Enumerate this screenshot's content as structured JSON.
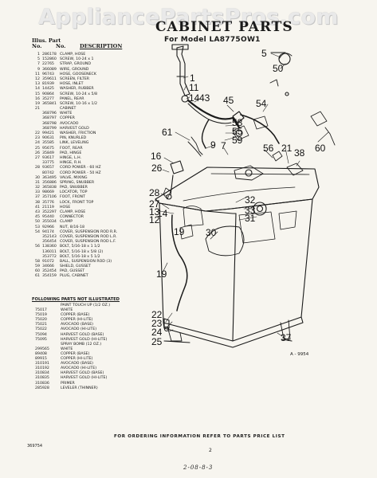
{
  "watermark": "AppliancePartsPros.com",
  "title": "CABINET PARTS",
  "model_line": "For Model LA8775OW1",
  "header": {
    "illus": "Illus. Part",
    "no": "No.",
    "part_no": "No.",
    "description": "DESCRIPTION"
  },
  "parts": [
    {
      "k": "1",
      "p": "286178",
      "d": "CLAMP, HOSE"
    },
    {
      "k": "5",
      "p": "152860",
      "d": "SCREW, 10-24 x 1"
    },
    {
      "k": "7",
      "p": "22765",
      "d": "STRAP, GROUND"
    },
    {
      "k": "9",
      "p": "366089",
      "d": "WIRE, GROUND"
    },
    {
      "k": "11",
      "p": "96743",
      "d": "HOSE, GOOSENECK"
    },
    {
      "k": "12",
      "p": "359611",
      "d": "SCREEN, FILTER"
    },
    {
      "k": "13",
      "p": "81939",
      "d": "HOSE, INLET"
    },
    {
      "k": "14",
      "p": "14425",
      "d": "WASHER, RUBBER"
    },
    {
      "k": "15",
      "p": "90864",
      "d": "SCREW, 10-24 x 5/8"
    },
    {
      "k": "16",
      "p": "35277",
      "d": "PANEL, REAR"
    },
    {
      "k": "19",
      "p": "365841",
      "d": "SCREW, 10-16 x 1/2"
    },
    {
      "k": "21",
      "p": "",
      "d": "CABINET"
    },
    {
      "k": "",
      "p": "368796",
      "d": "WHITE"
    },
    {
      "k": "",
      "p": "368797",
      "d": "COPPER"
    },
    {
      "k": "",
      "p": "368798",
      "d": "AVOCADO"
    },
    {
      "k": "",
      "p": "368799",
      "d": "HARVEST GOLD"
    },
    {
      "k": "22",
      "p": "99421",
      "d": "WASHER, FRICTION"
    },
    {
      "k": "23",
      "p": "90631",
      "d": "PIN, KNURLED"
    },
    {
      "k": "24",
      "p": "35585",
      "d": "LINK, LEVELING"
    },
    {
      "k": "25",
      "p": "95675",
      "d": "FOOT, REAR"
    },
    {
      "k": "26",
      "p": "35849",
      "d": "PAD, HINGE"
    },
    {
      "k": "27",
      "p": "93617",
      "d": "HINGE, L.H."
    },
    {
      "k": "",
      "p": "33775",
      "d": "HINGE, R.H."
    },
    {
      "k": "28",
      "p": "93657",
      "d": "CORD POWER - 60 HZ"
    },
    {
      "k": "",
      "p": "80742",
      "d": "CORD POWER - 50 HZ"
    },
    {
      "k": "30",
      "p": "363495",
      "d": "VALVE, MIXING"
    },
    {
      "k": "31",
      "p": "356886",
      "d": "SPRING, SNUBBER"
    },
    {
      "k": "32",
      "p": "365838",
      "d": "PAD, SNUBBER"
    },
    {
      "k": "33",
      "p": "98669",
      "d": "LOCATOR, TOP"
    },
    {
      "k": "37",
      "p": "357106",
      "d": "FOOT, FRONT"
    },
    {
      "k": "38",
      "p": "35776",
      "d": "LOCK, FRONT TOP"
    },
    {
      "k": "41",
      "p": "21119",
      "d": "HOSE"
    },
    {
      "k": "43",
      "p": "352297",
      "d": "CLAMP, HOSE"
    },
    {
      "k": "45",
      "p": "95440",
      "d": "CONNECTOR"
    },
    {
      "k": "50",
      "p": "355034",
      "d": "CLAMP"
    },
    {
      "k": "53",
      "p": "92966",
      "d": "NUT, 8/16-18"
    },
    {
      "k": "54",
      "p": "94174",
      "d": "COVER, SUSPENSION ROD R.R."
    },
    {
      "k": "",
      "p": "352143",
      "d": "COVER, SUSPENSION ROD L.R."
    },
    {
      "k": "",
      "p": "356454",
      "d": "COVER, SUSPENSION ROD L.F."
    },
    {
      "k": "56",
      "p": "138360",
      "d": "BOLT, 5/16-18 x 1 1/2"
    },
    {
      "k": "",
      "p": "136011",
      "d": "BOLT, 5/16-18 x 5/8 (2)"
    },
    {
      "k": "",
      "p": "353772",
      "d": "BOLT, 5/16-18 x 5 1/2"
    },
    {
      "k": "58",
      "p": "91072",
      "d": "BALL, SUSPENSION ROD (3)"
    },
    {
      "k": "59",
      "p": "34666",
      "d": "SHIELD, GUSSET"
    },
    {
      "k": "60",
      "p": "352454",
      "d": "PAD, GUSSET"
    },
    {
      "k": "61",
      "p": "354159",
      "d": "PLUG, CABINET"
    }
  ],
  "not_illustrated_title": "FOLLOWING PARTS NOT ILLUSTRATED",
  "not_illustrated": [
    {
      "p": "",
      "d": "PAINT TOUCH UP (1/2 OZ.)",
      "head": true
    },
    {
      "p": "75017",
      "d": "WHITE"
    },
    {
      "p": "75019",
      "d": "COPPER (BASE)"
    },
    {
      "p": "75020",
      "d": "COPPER (HI-LITE)"
    },
    {
      "p": "75021",
      "d": "AVOCADO (BASE)"
    },
    {
      "p": "75022",
      "d": "AVOCADO (HI-LITE)"
    },
    {
      "p": "75094",
      "d": "HARVEST GOLD (BASE)"
    },
    {
      "p": "75095",
      "d": "HARVEST GOLD (HI-LITE)"
    },
    {
      "p": "",
      "d": "SPRAY BOMB (12 OZ.)",
      "head": true
    },
    {
      "p": "299565",
      "d": "WHITE"
    },
    {
      "p": "89408",
      "d": "COPPER (BASE)"
    },
    {
      "p": "89915",
      "d": "COPPER (HI-LITE)"
    },
    {
      "p": "310191",
      "d": "AVOCADO (BASE)"
    },
    {
      "p": "310192",
      "d": "AVOCADO (HI-LITE)"
    },
    {
      "p": "310834",
      "d": "HARVEST GOLD (BASE)"
    },
    {
      "p": "310835",
      "d": "HARVEST GOLD (HI-LITE)"
    },
    {
      "p": "310836",
      "d": "PRIMER"
    },
    {
      "p": "285928",
      "d": "LEVELER (THINNER)"
    }
  ],
  "callouts": {
    "c5": "5",
    "c50": "50",
    "c1": "1",
    "c11": "11",
    "c14": "14",
    "c43": "43",
    "c45": "45",
    "c54": "54",
    "c58": "58",
    "c55": "55",
    "c59": "59",
    "c61": "61",
    "c9": "9",
    "c7": "7",
    "c56": "56",
    "c21": "21",
    "c38": "38",
    "c60": "60",
    "c16": "16",
    "c26": "26",
    "c28": "28",
    "c27": "27",
    "c32": "32",
    "c33": "33",
    "c13": "13",
    "c14b": "14",
    "c12": "12",
    "c31": "31",
    "c30": "30",
    "c19a": "19",
    "c19b": "19",
    "c22": "22",
    "c23": "23",
    "c24": "24",
    "c25": "25",
    "c37": "37"
  },
  "figure_code": "A - 9954",
  "order_info": "FOR ORDERING INFORMATION REFER TO PARTS PRICE LIST",
  "page_number": "2",
  "doc_code": "369754",
  "date_code": "2-08-8-3"
}
